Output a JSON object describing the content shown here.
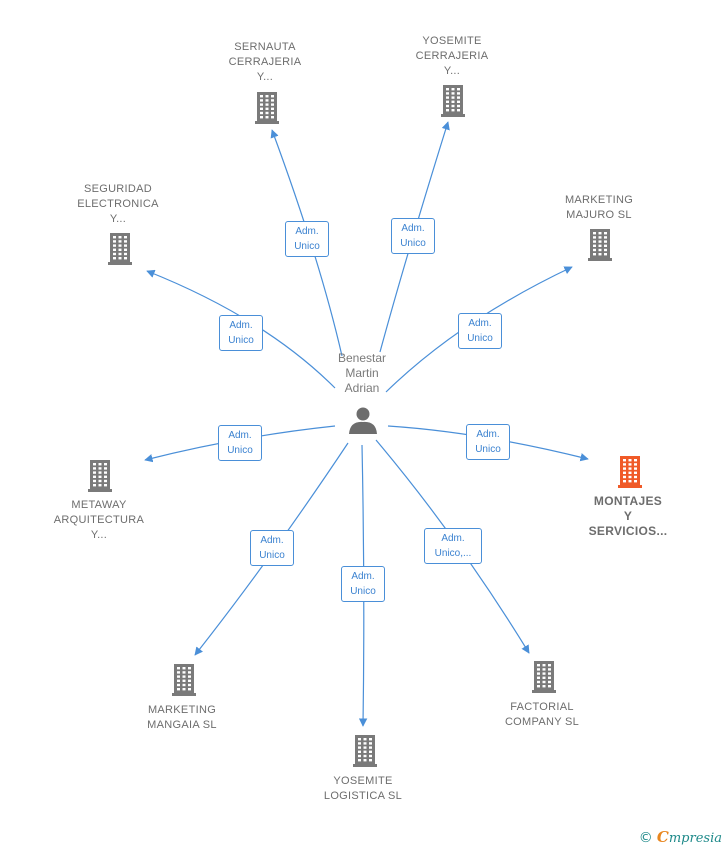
{
  "center": {
    "label": "Benestar\nMartin\nAdrian"
  },
  "companies": [
    {
      "id": "sernauta",
      "label": "SERNAUTA\nCERRAJERIA\nY...",
      "highlight": false
    },
    {
      "id": "yosemite_cerrajeria",
      "label": "YOSEMITE\nCERRAJERIA\nY...",
      "highlight": false
    },
    {
      "id": "seguridad",
      "label": "SEGURIDAD\nELECTRONICA\nY...",
      "highlight": false
    },
    {
      "id": "majuro",
      "label": "MARKETING\nMAJURO  SL",
      "highlight": false
    },
    {
      "id": "metaway",
      "label": "METAWAY\nARQUITECTURA\nY...",
      "highlight": false
    },
    {
      "id": "montajes",
      "label": "MONTAJES\nY\nSERVICIOS...",
      "highlight": true
    },
    {
      "id": "mangaia",
      "label": "MARKETING\nMANGAIA  SL",
      "highlight": false
    },
    {
      "id": "yosemite_logistica",
      "label": "YOSEMITE\nLOGISTICA  SL",
      "highlight": false
    },
    {
      "id": "factorial",
      "label": "FACTORIAL\nCOMPANY  SL",
      "highlight": false
    }
  ],
  "edges": [
    {
      "to": "sernauta",
      "label": "Adm.\nUnico"
    },
    {
      "to": "yosemite_cerrajeria",
      "label": "Adm.\nUnico"
    },
    {
      "to": "seguridad",
      "label": "Adm.\nUnico"
    },
    {
      "to": "majuro",
      "label": "Adm.\nUnico"
    },
    {
      "to": "metaway",
      "label": "Adm.\nUnico"
    },
    {
      "to": "montajes",
      "label": "Adm.\nUnico"
    },
    {
      "to": "mangaia",
      "label": "Adm.\nUnico"
    },
    {
      "to": "yosemite_logistica",
      "label": "Adm.\nUnico"
    },
    {
      "to": "factorial",
      "label": "Adm.\nUnico,..."
    }
  ],
  "colors": {
    "edge": "#4a8fd8",
    "building": "#7a7a7a",
    "building_highlight": "#f05a28",
    "person": "#6d6d6d"
  },
  "footer": {
    "copyright": "©",
    "brand_initial": "C",
    "brand_rest": "mpresia"
  }
}
